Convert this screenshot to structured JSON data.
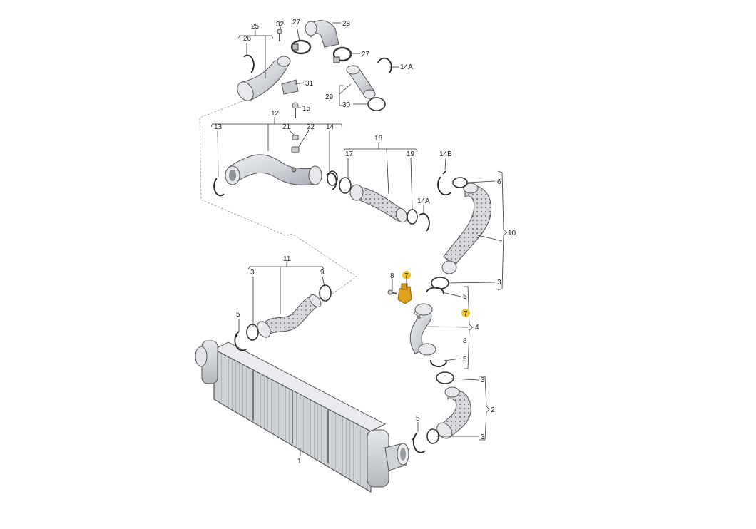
{
  "labels": {
    "p1": "1",
    "p2": "2",
    "p3a": "3",
    "p3b": "3",
    "p3c": "3",
    "p3d": "3",
    "p3e": "3",
    "p4": "4",
    "p5a": "5",
    "p5b": "5",
    "p5c": "5",
    "p5d": "5",
    "p6": "6",
    "p7a": "7",
    "p7b": "7",
    "p8a": "8",
    "p8b": "8",
    "p9": "9",
    "p10": "10",
    "p11": "11",
    "p12": "12",
    "p13": "13",
    "p14a": "14",
    "p14b": "14",
    "p14A1": "14A",
    "p14A2": "14A",
    "p14B": "14B",
    "p15": "15",
    "p17": "17",
    "p18": "18",
    "p19": "19",
    "p21": "21",
    "p22": "22",
    "p25": "25",
    "p26": "26",
    "p27a": "27",
    "p27b": "27",
    "p28": "28",
    "p29": "29",
    "p30": "30",
    "p31": "31",
    "p32": "32"
  },
  "colors": {
    "part_fill": "#d9dbdf",
    "part_shade": "#b9bcc2",
    "highlight": "#f2c531",
    "sensor": "#e0a21a",
    "leader": "#333333",
    "dashed_outline": "#8a93a6"
  }
}
